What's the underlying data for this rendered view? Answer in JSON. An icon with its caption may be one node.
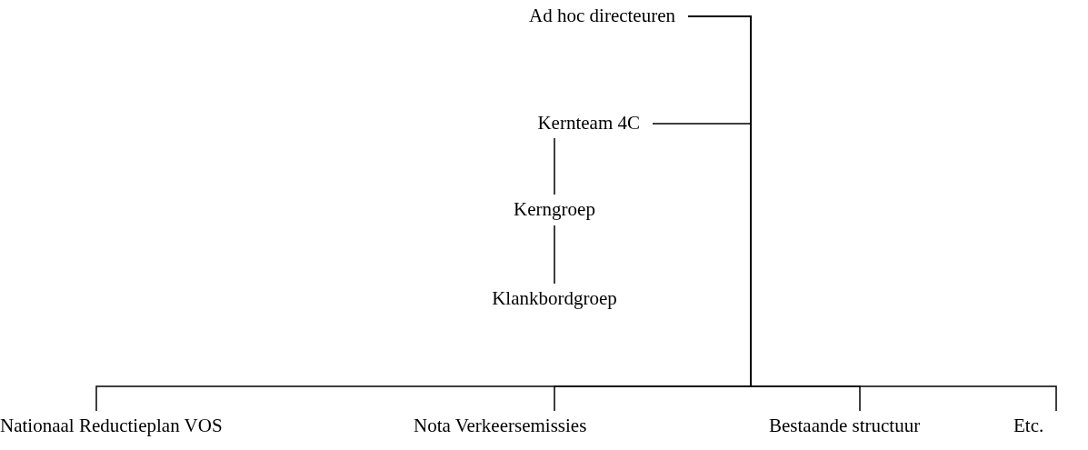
{
  "diagram": {
    "nodes": [
      {
        "text": [
          "Ad hoc directeuren"
        ]
      },
      {
        "text": [
          "Kernteam 4C"
        ]
      },
      {
        "text": [
          "Kerngroep"
        ]
      },
      {
        "text": [
          "Klankbordgroep"
        ]
      },
      {
        "text": [
          "Nationaal Reductieplan VOS"
        ]
      },
      {
        "text": [
          "Nota Verkeersemissies"
        ]
      },
      {
        "text": [
          "Bestaande structuur"
        ]
      },
      {
        "text": [
          "Etc."
        ]
      }
    ],
    "edges": [
      {
        "from": 0,
        "to": 1,
        "arrow": "none"
      },
      {
        "from": 1,
        "to": 2,
        "arrow": "none"
      },
      {
        "from": 2,
        "to": 3,
        "arrow": "none"
      },
      {
        "from": 0,
        "to": 4,
        "arrow": "none"
      },
      {
        "from": 0,
        "to": 5,
        "arrow": "none"
      },
      {
        "from": 0,
        "to": 6,
        "arrow": "none"
      },
      {
        "from": 0,
        "to": 7,
        "arrow": "none"
      }
    ]
  }
}
